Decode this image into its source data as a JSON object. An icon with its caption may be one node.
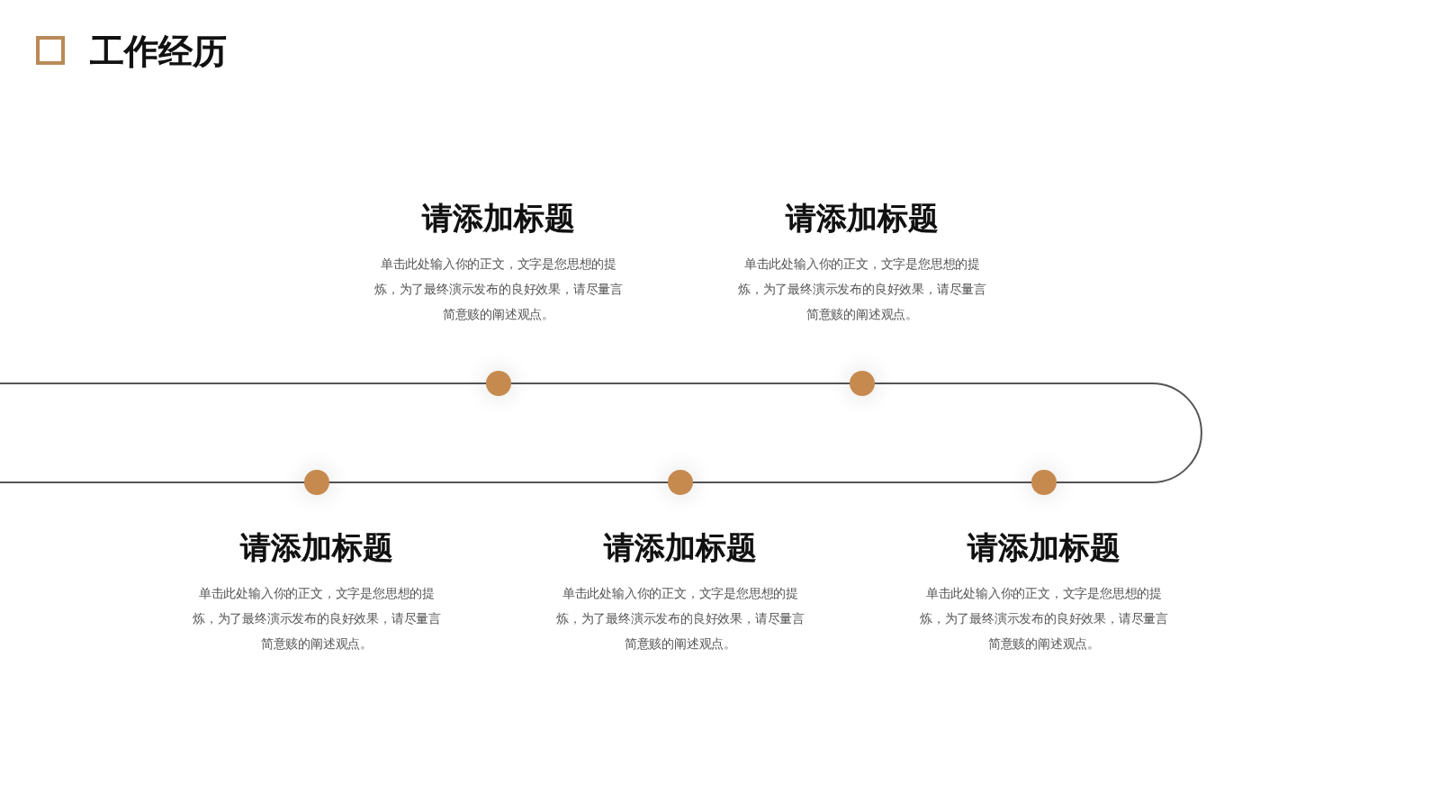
{
  "diagram": {
    "title": "工作经历",
    "nodes": [
      {
        "text": [],
        "shape": "circle",
        "beside": [
          "请添加标题",
          "单击此处输入你的正文，文字是您思想的提炼，为了最终演示发布的良好效果，请尽量言简意赅的阐述观点。"
        ]
      },
      {
        "text": [],
        "shape": "circle",
        "beside": [
          "请添加标题",
          "单击此处输入你的正文，文字是您思想的提炼，为了最终演示发布的良好效果，请尽量言简意赅的阐述观点。"
        ]
      },
      {
        "text": [],
        "shape": "circle",
        "beside": [
          "请添加标题",
          "单击此处输入你的正文，文字是您思想的提炼，为了最终演示发布的良好效果，请尽量言简意赅的阐述观点。"
        ]
      },
      {
        "text": [],
        "shape": "circle",
        "beside": [
          "请添加标题",
          "单击此处输入你的正文，文字是您思想的提炼，为了最终演示发布的良好效果，请尽量言简意赅的阐述观点。"
        ]
      },
      {
        "text": [],
        "shape": "circle",
        "beside": [
          "请添加标题",
          "单击此处输入你的正文，文字是您思想的提炼，为了最终演示发布的良好效果，请尽量言简意赅的阐述观点。"
        ]
      }
    ]
  }
}
